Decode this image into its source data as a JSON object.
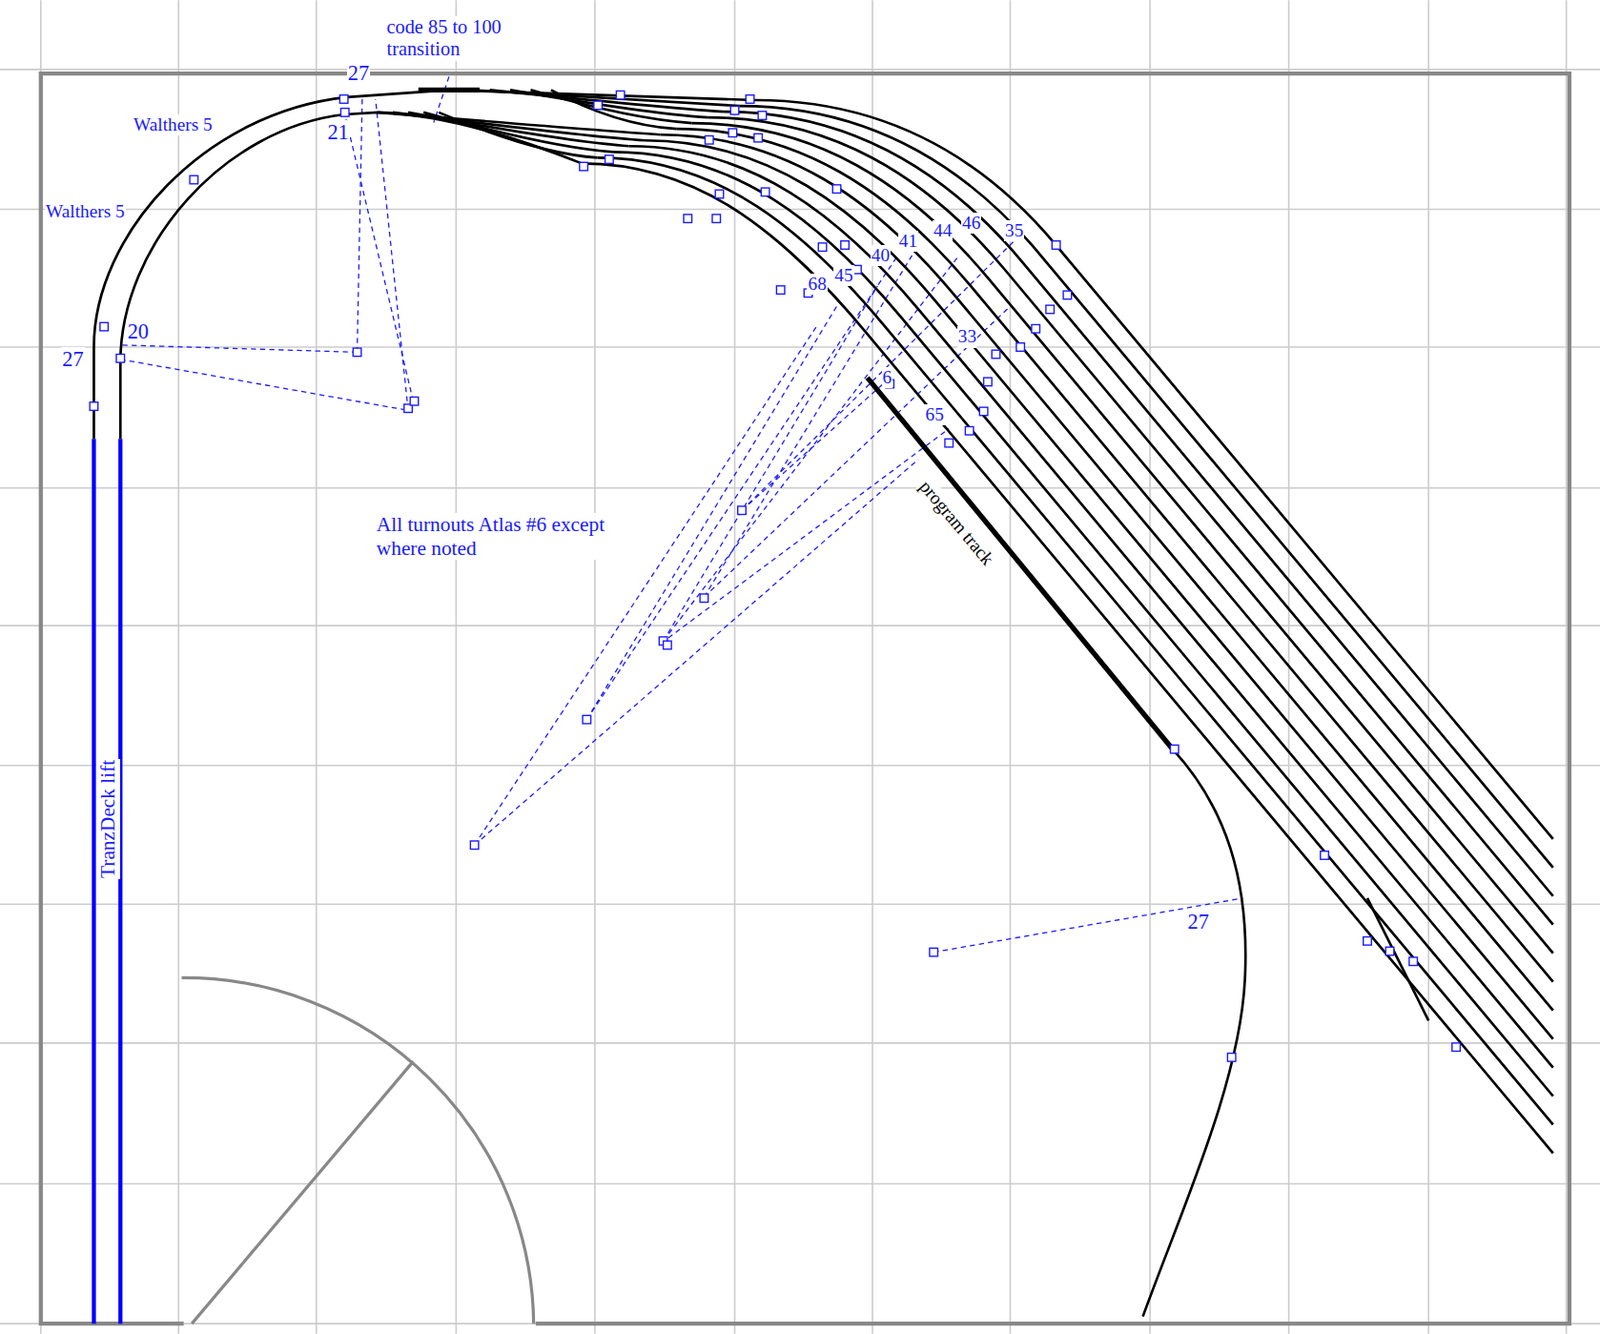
{
  "diagram": {
    "labels": [
      "code 85 to 100 transition",
      "27",
      "21",
      "Walthers 5",
      "Walthers 5",
      "20",
      "27",
      "All turnouts Atlas #6 except where noted",
      "TranzDeck lift",
      "41",
      "44",
      "46",
      "35",
      "40",
      "45",
      "68",
      "33",
      "6",
      "65",
      "program track",
      "27"
    ]
  }
}
